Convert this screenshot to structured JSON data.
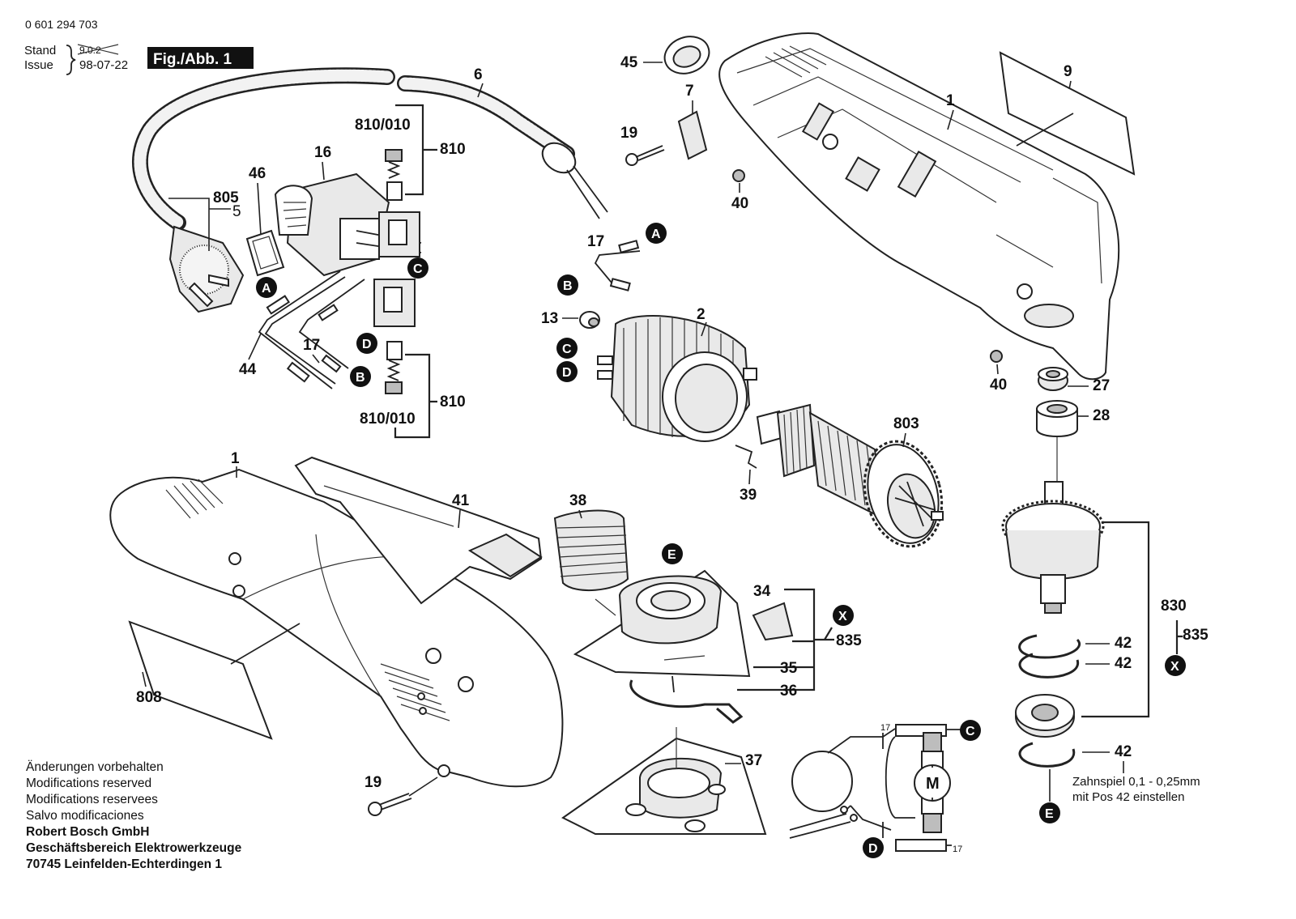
{
  "header": {
    "part_number": "0 601 294 703",
    "stand_label": "Stand",
    "issue_label": "Issue",
    "stand_crossed": "9.0.2",
    "issue_date": "98-07-22",
    "figure_label": "Fig./Abb. 1"
  },
  "labels": {
    "p1_top": "1",
    "p1_bottom": "1",
    "p2": "2",
    "p5": "5",
    "p6": "6",
    "p7": "7",
    "p9": "9",
    "p13": "13",
    "p16": "16",
    "p17_top": "17",
    "p17_left": "17",
    "p19_top": "19",
    "p19_bottom": "19",
    "p27": "27",
    "p28": "28",
    "p34": "34",
    "p35": "35",
    "p36": "36",
    "p37": "37",
    "p38": "38",
    "p39": "39",
    "p40_top": "40",
    "p40_bottom": "40",
    "p41": "41",
    "p42_a": "42",
    "p42_b": "42",
    "p42_c": "42",
    "p44": "44",
    "p45": "45",
    "p46": "46",
    "p803": "803",
    "p805": "805",
    "p808": "808",
    "p810_top": "810",
    "p810_bottom": "810",
    "p810_010_top": "810/010",
    "p810_010_bottom": "810/010",
    "p830": "830",
    "p835_mid": "835",
    "p835_right": "835",
    "wiring_17_top": "17",
    "wiring_17_bottom": "17",
    "motor": "M"
  },
  "markers": {
    "A": "A",
    "B": "B",
    "C": "C",
    "D": "D",
    "E": "E",
    "X": "X"
  },
  "note_gear": [
    "Zahnspiel 0,1 - 0,25mm",
    "mit Pos 42 einstellen"
  ],
  "footer": {
    "lines": [
      "Änderungen vorbehalten",
      "Modifications reserved",
      "Modifications reservees",
      "Salvo modificaciones"
    ],
    "company": [
      "Robert Bosch GmbH",
      "Geschäftsbereich Elektrowerkzeuge",
      "70745 Leinfelden-Echterdingen 1"
    ]
  }
}
